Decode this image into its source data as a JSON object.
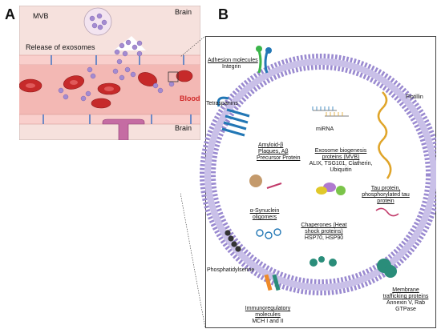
{
  "panel_a": {
    "letter": "A",
    "label_mvb": "MVB",
    "label_brain_top": "Brain",
    "label_release": "Release of exosomes",
    "label_blood": "Blood",
    "label_brain_bottom": "Brain",
    "colors": {
      "tissue": "#f6e1dd",
      "vessel": "#f3b8b4",
      "cells": "#c62a2a",
      "blood_label": "#d12b2b",
      "vesicle": "#a48bd1"
    }
  },
  "panel_b": {
    "letter": "B",
    "labels": {
      "adhesion_title": "Adhesion molecules",
      "adhesion_sub": "Integrin",
      "tetraspanins": "Tetraspanins",
      "flotillin": "Flotillin",
      "mirna": "miRNA",
      "amyloid_l1": "Amyloid-β",
      "amyloid_l2": "Plaques, Aβ",
      "amyloid_l3": "Precursor Protein",
      "biogenesis_l1": "Exosome biogenesis",
      "biogenesis_l2": "proteins (MVB)",
      "biogenesis_sub1": "ALIX, TSG101, Clatherin,",
      "biogenesis_sub2": "Ubiquitin",
      "tau_l1": "Tau protein,",
      "tau_l2": "phosphorylated tau",
      "tau_l3": "protein",
      "synuclein_l1": "α-Synuclein",
      "synuclein_l2": "oligomers",
      "chaperones_l1": "Chaperones (Heat",
      "chaperones_l2": "shock proteins)",
      "chaperones_sub": "HSP70, HSP90",
      "phosphatidylserine": "Phosphatidylserine",
      "immuno_l1": "Immunoregulatory",
      "immuno_l2": "molecules",
      "immuno_sub": "MCH I and II",
      "membrane_l1": "Membrane",
      "membrane_l2": "trafficking proteins",
      "membrane_sub1": "Annexin V, Rab",
      "membrane_sub2": "GTPase"
    },
    "colors": {
      "lipid_head": "#9a8ad0",
      "membrane_inner": "#ffffff",
      "tetraspanin": "#2277b5",
      "flotillin": "#e0a52a",
      "adhesion": "#3bb54a",
      "membrane_protein": "#2a8d7a",
      "ps": "#333333",
      "immuno_orange": "#ee8a2a"
    }
  }
}
